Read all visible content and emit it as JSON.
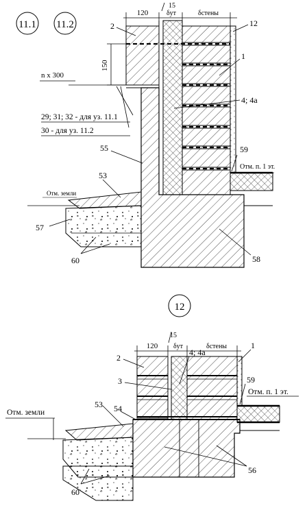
{
  "top_detail": {
    "circle_a": "11.1",
    "circle_b": "11.2",
    "dim_facing": "120",
    "dim_gap": "15",
    "dim_insulation": "δут",
    "dim_wall": "δстены",
    "dim_height": "150",
    "step_note": "n x 300",
    "callout_2": "2",
    "callout_12": "12",
    "callout_1": "1",
    "callout_4": "4; 4а",
    "note_29": "29; 31; 32 - для уз. 11.1",
    "note_30": "30 - для уз. 11.2",
    "callout_55": "55",
    "callout_59": "59",
    "floor_mark": "Отм. п. 1 эт.",
    "ground_mark": "Отм. земли",
    "callout_53": "53",
    "callout_57": "57",
    "callout_60": "60",
    "callout_58": "58"
  },
  "bottom_detail": {
    "circle": "12",
    "dim_gap": "15",
    "dim_facing": "120",
    "dim_insulation": "δут",
    "dim_wall": "δстены",
    "callout_4": "4; 4а",
    "callout_1": "1",
    "callout_2": "2",
    "callout_3": "3",
    "callout_59": "59",
    "floor_mark": "Отм. п. 1 эт.",
    "callout_54": "54",
    "callout_53": "53",
    "ground_mark": "Отм. земли",
    "callout_56": "56",
    "callout_60": "60"
  }
}
